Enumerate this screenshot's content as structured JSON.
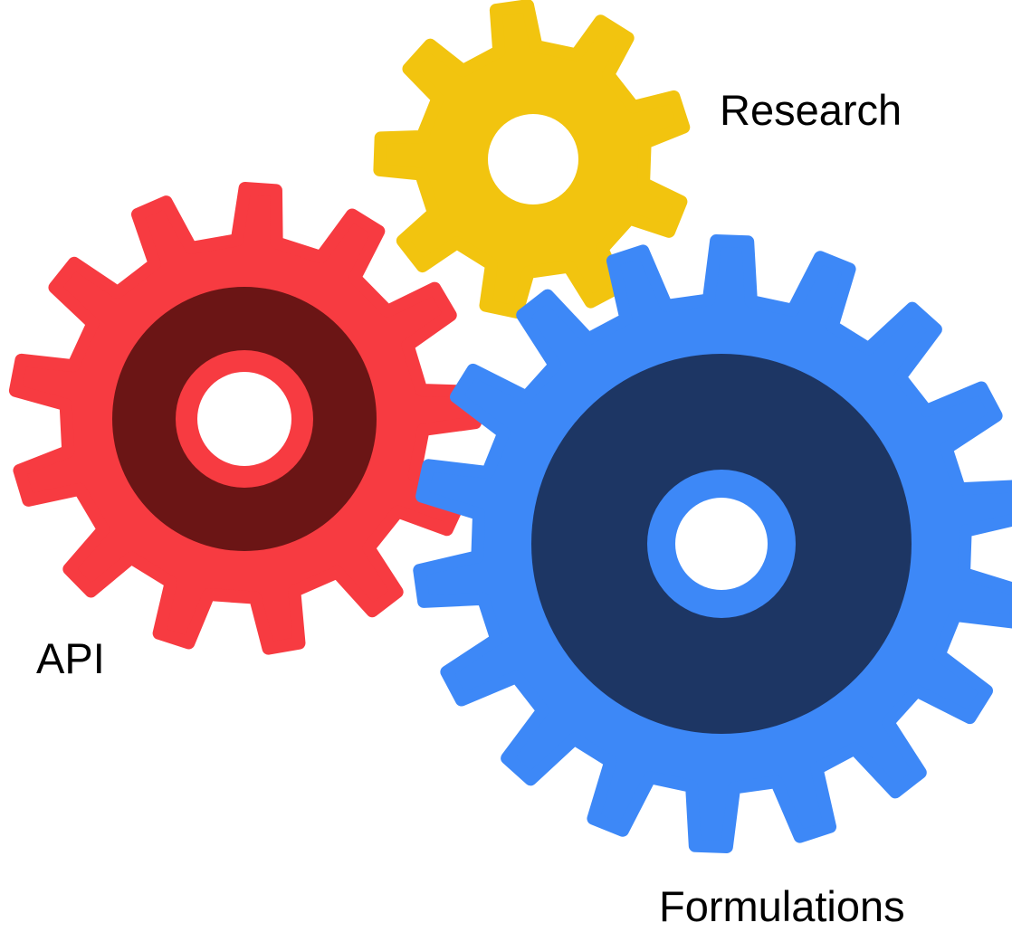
{
  "gears": [
    {
      "id": "gear-research",
      "label": "Research",
      "body_color": "#f2c40f",
      "hub_color": "#f2c40f",
      "teeth": 9
    },
    {
      "id": "gear-api",
      "label": "API",
      "body_color": "#f73b41",
      "hub_color": "#6b1515",
      "teeth": 13
    },
    {
      "id": "gear-formulations",
      "label": "Formulations",
      "body_color": "#3d88f7",
      "hub_color": "#1d3664",
      "teeth": 18
    }
  ],
  "background_color": "#ffffff"
}
